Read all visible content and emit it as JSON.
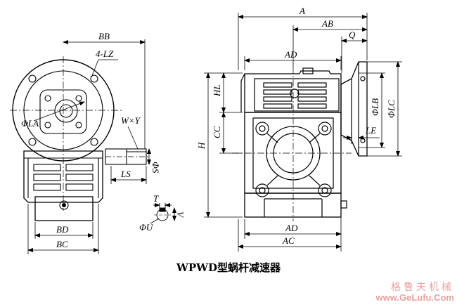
{
  "title": "WPWD型蜗杆减速器",
  "watermark": {
    "name_cn": "格鲁夫机械",
    "url": "www.GeLufu.Com"
  },
  "labels": {
    "A": "A",
    "AB": "AB",
    "Q": "Q",
    "AD_top": "AD",
    "HL": "HL",
    "LB": "ΦLB",
    "LC": "ΦLC",
    "CC": "CC",
    "H": "H",
    "LE": "LE",
    "AD_bottom": "AD",
    "AC": "AC",
    "BB": "BB",
    "LZ": "4-LZ",
    "LA": "ΦLA",
    "WY": "W×Y",
    "S": "ΦS",
    "LS": "LS",
    "T": "T",
    "V": "V",
    "U": "ΦU",
    "BD": "BD",
    "BC": "BC"
  },
  "colors": {
    "line": "#000000",
    "watermark": "#e9a3a3"
  }
}
